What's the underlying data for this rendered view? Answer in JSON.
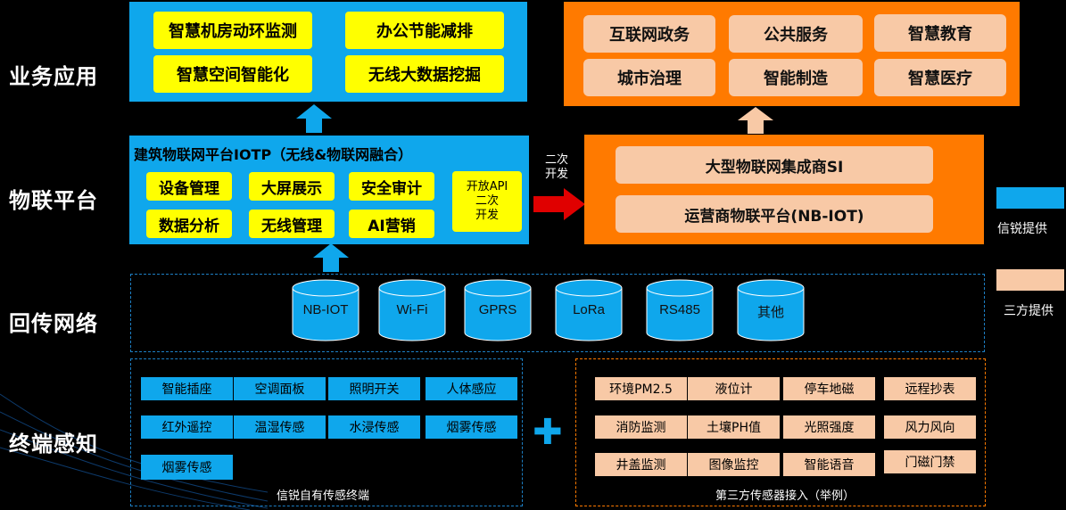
{
  "rows": {
    "apps": "业务应用",
    "iot": "物联平台",
    "network": "回传网络",
    "terminal": "终端感知"
  },
  "apps_blue": [
    "智慧机房动环监测",
    "办公节能减排",
    "智慧空间智能化",
    "无线大数据挖掘"
  ],
  "apps_orange": [
    "互联网政务",
    "公共服务",
    "智慧教育",
    "城市治理",
    "智能制造",
    "智慧医疗"
  ],
  "platform": {
    "title": "建筑物联网平台IOTP（无线&物联网融合）",
    "items": [
      "设备管理",
      "大屏展示",
      "安全审计",
      "数据分析",
      "无线管理",
      "AI营销"
    ],
    "api_lines": [
      "开放API",
      "二次",
      "开发"
    ]
  },
  "secondary_dev": [
    "二次",
    "开发"
  ],
  "third_platform": [
    "大型物联网集成商SI",
    "运营商物联平台(NB-IOT)"
  ],
  "networks": [
    "NB-IOT",
    "Wi-Fi",
    "GPRS",
    "LoRa",
    "RS485",
    "其他"
  ],
  "own_sensors": {
    "items": [
      "智能插座",
      "空调面板",
      "照明开关",
      "人体感应",
      "红外遥控",
      "温湿传感",
      "水浸传感",
      "烟雾传感",
      "烟雾传感"
    ],
    "caption": "信锐自有传感终端"
  },
  "third_sensors": {
    "items": [
      "环境PM2.5",
      "液位计",
      "停车地磁",
      "远程抄表",
      "消防监测",
      "土壤PH值",
      "光照强度",
      "风力风向",
      "井盖监测",
      "图像监控",
      "智能语音",
      "门磁门禁"
    ],
    "caption": "第三方传感器接入（举例）"
  },
  "plus": "✚",
  "legend": {
    "blue_label": "信锐提供",
    "orange_label": "三方提供",
    "blue_color": "#0fa7ec",
    "orange_color": "#f8c9a6"
  }
}
